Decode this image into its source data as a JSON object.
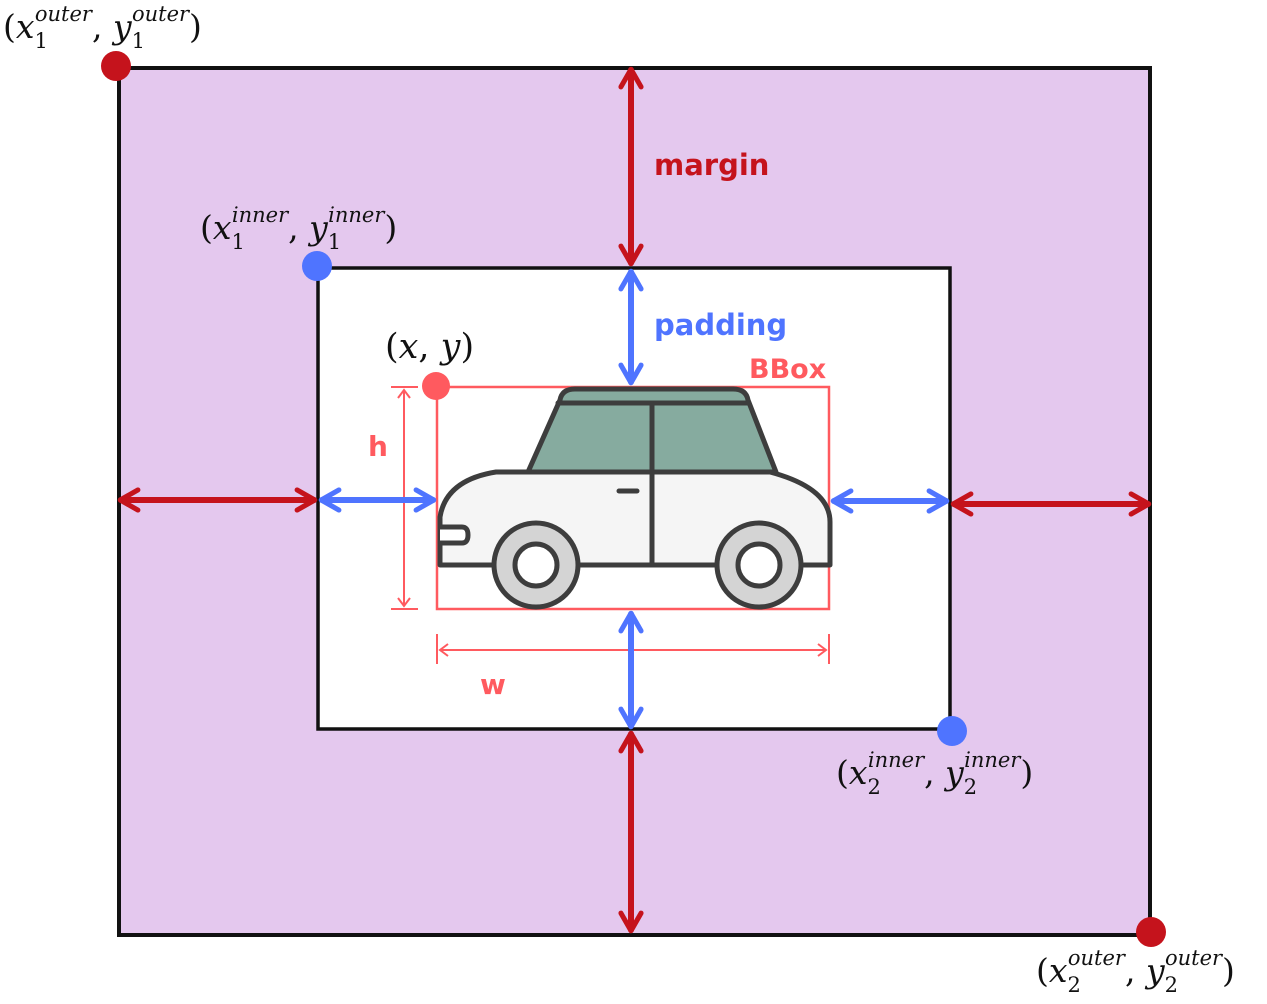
{
  "labels": {
    "margin": "margin",
    "padding": "padding",
    "bbox": "BBox",
    "h": "h",
    "w": "w"
  },
  "points": {
    "outer_top_left": {
      "var_x": "x",
      "var_y": "y",
      "sub": "1",
      "sup": "outer"
    },
    "inner_top_left": {
      "var_x": "x",
      "var_y": "y",
      "sub": "1",
      "sup": "inner"
    },
    "inner_bottom_right": {
      "var_x": "x",
      "var_y": "y",
      "sub": "2",
      "sup": "inner"
    },
    "outer_bottom_right": {
      "var_x": "x",
      "var_y": "y",
      "sub": "2",
      "sup": "outer"
    },
    "bbox_origin": {
      "var_x": "x",
      "var_y": "y"
    }
  },
  "colors": {
    "outer_fill": "#e4c8ee",
    "inner_fill": "#ffffff",
    "margin": "#c5131c",
    "padding": "#4f74ff",
    "bbox": "#ff5a5f",
    "border": "#111111",
    "car_body": "#f5f5f5",
    "car_window": "#86ab9f",
    "car_wheel": "#d4d4d4",
    "car_outline": "#3d3d3d"
  },
  "icons": {
    "bbox_content": "car-icon"
  }
}
